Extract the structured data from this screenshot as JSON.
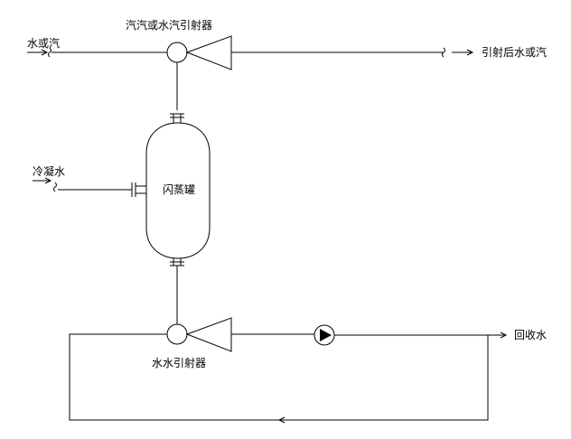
{
  "labels": {
    "inlet_top": "水或汽",
    "steam_ejector": "汽汽或水汽引射器",
    "outlet_top": "引射后水或汽",
    "condensate": "冷凝水",
    "flash_tank": "闪蒸罐",
    "water_ejector": "水水引射器",
    "return_water": "回收水"
  },
  "colors": {
    "stroke": "#000000",
    "background": "#ffffff"
  }
}
